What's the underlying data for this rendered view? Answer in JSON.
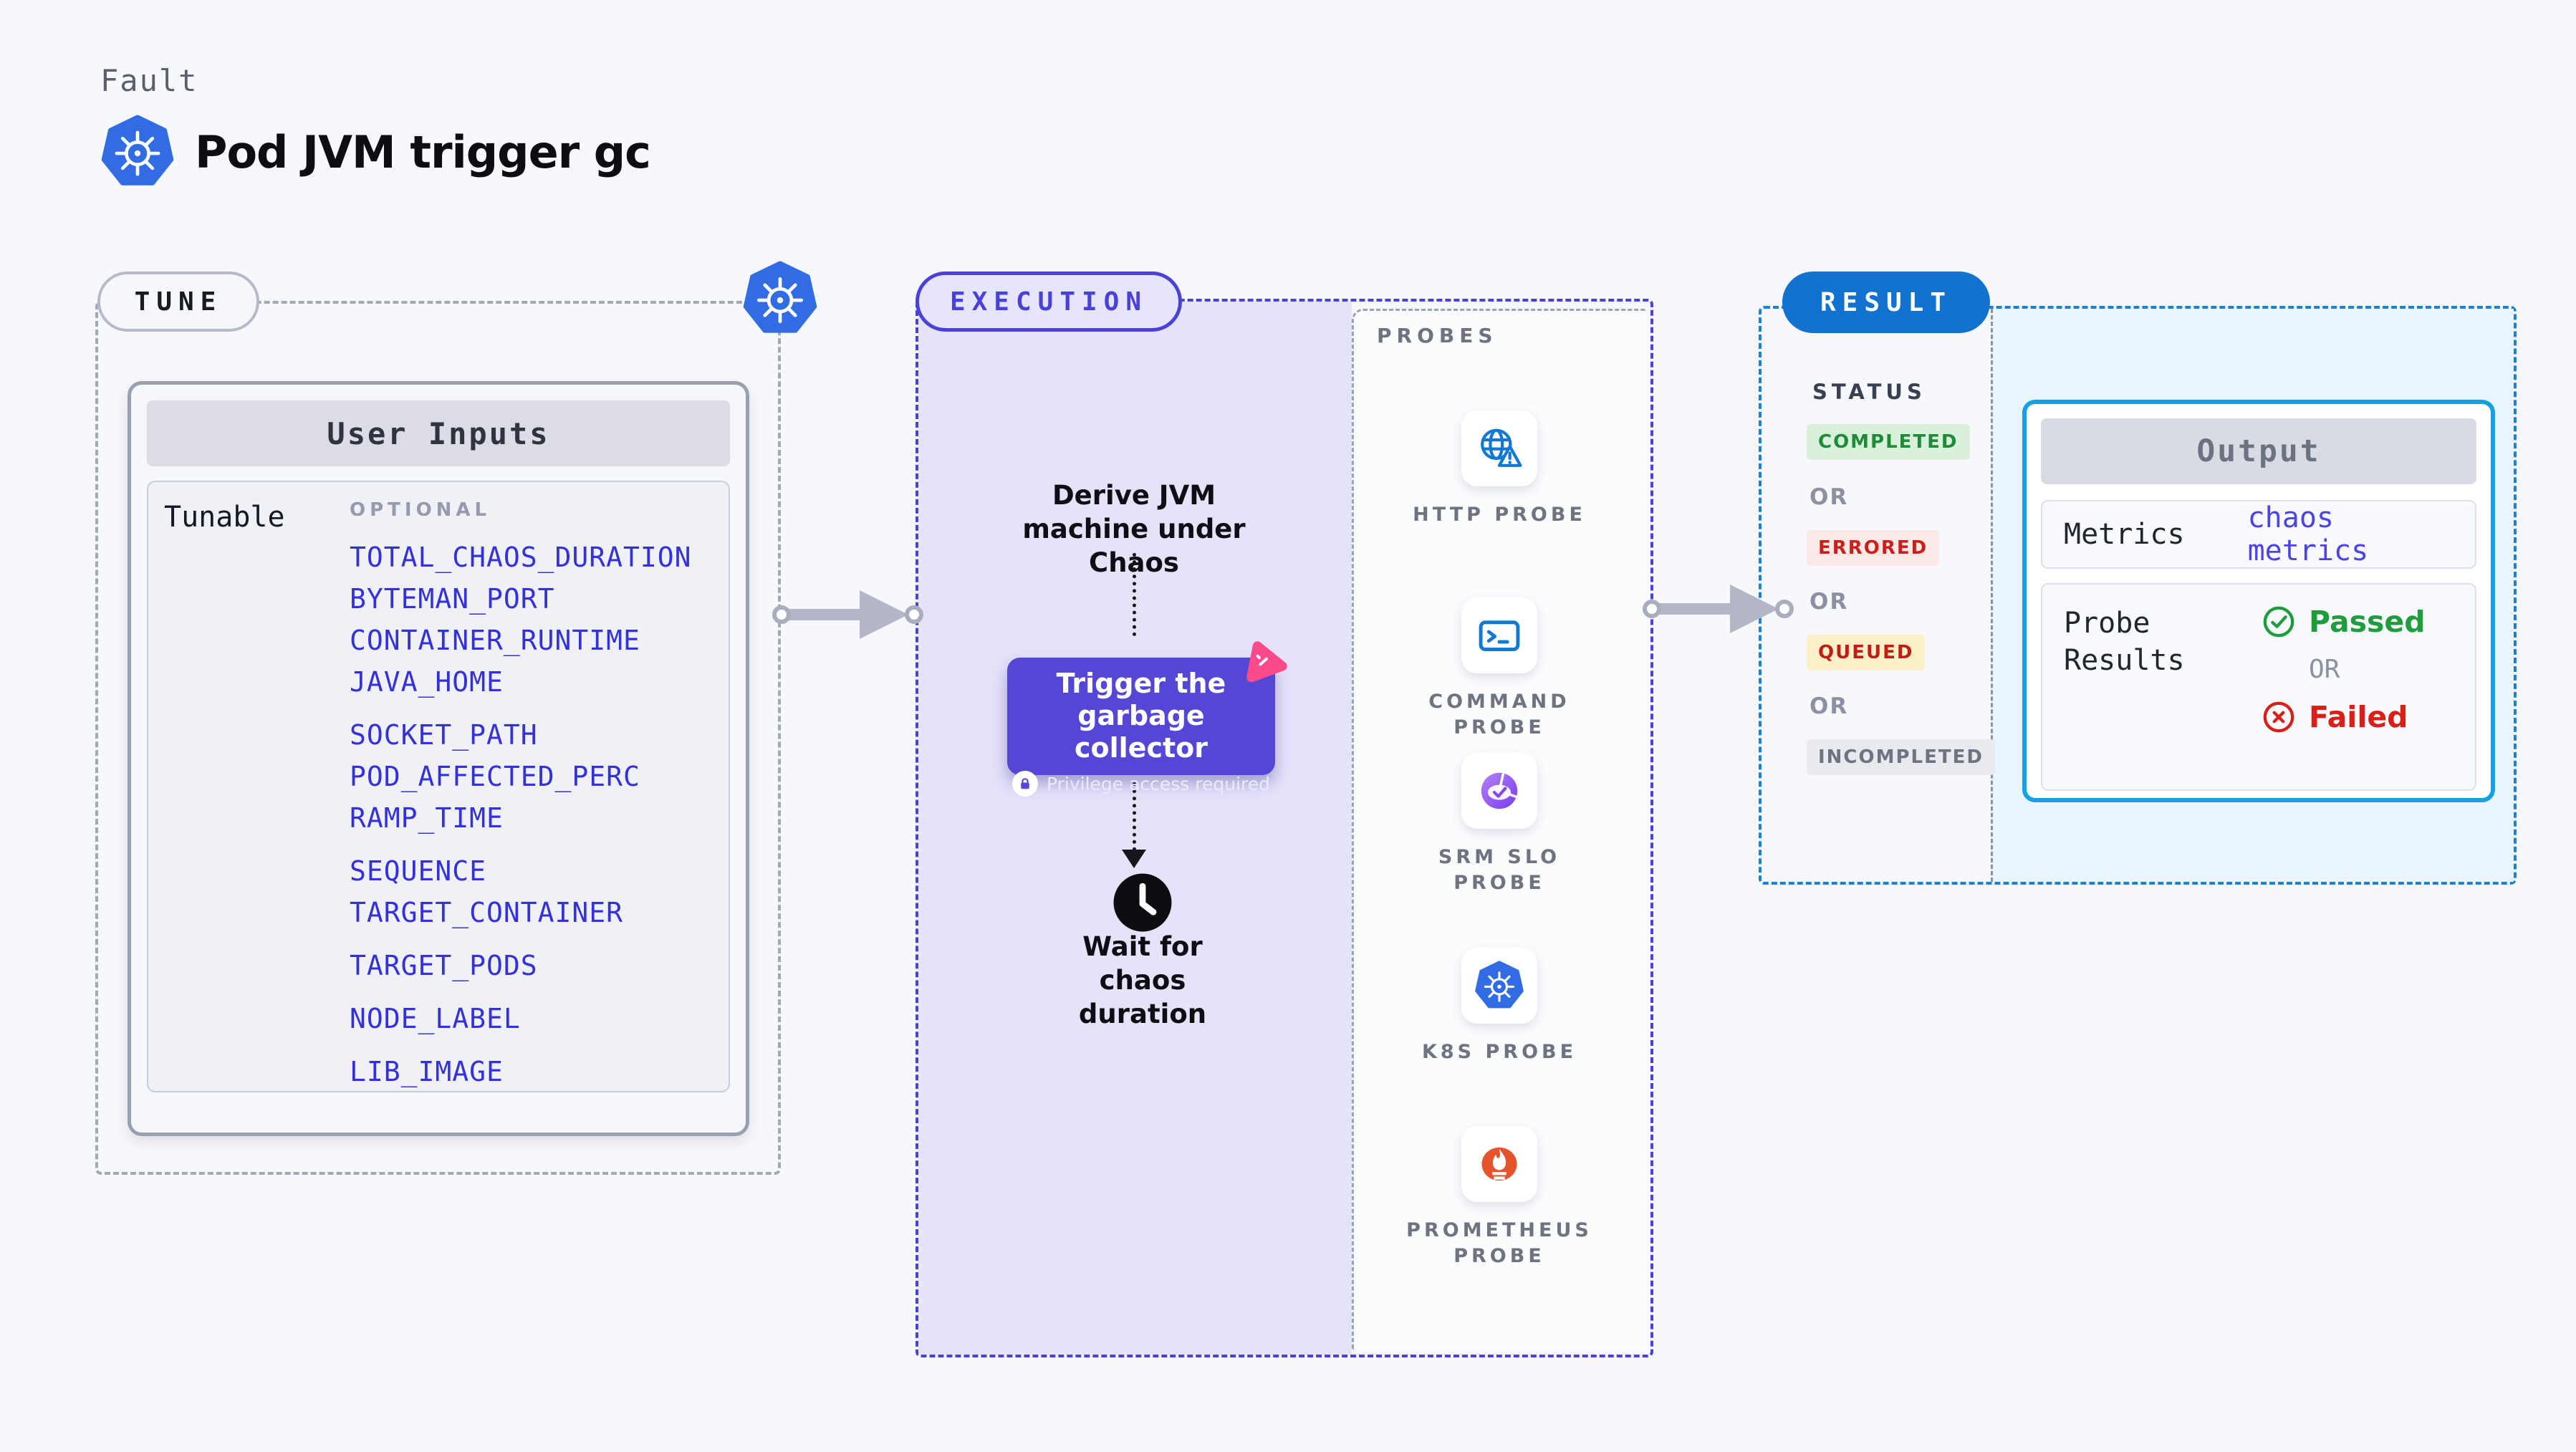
{
  "header": {
    "fault_label": "Fault",
    "title": "Pod JVM trigger gc"
  },
  "tune": {
    "badge": "TUNE",
    "card_header": "User Inputs",
    "row_label": "Tunable",
    "optional_label": "OPTIONAL",
    "params": [
      "TOTAL_CHAOS_DURATION",
      "BYTEMAN_PORT",
      "CONTAINER_RUNTIME",
      "JAVA_HOME",
      "SOCKET_PATH",
      "POD_AFFECTED_PERC",
      "RAMP_TIME",
      "SEQUENCE",
      "TARGET_CONTAINER",
      "TARGET_PODS",
      "NODE_LABEL",
      "LIB_IMAGE"
    ]
  },
  "execution": {
    "badge": "EXECUTION",
    "derive_text": "Derive JVM machine under Chaos",
    "trigger_title": "Trigger the garbage collector",
    "privilege_note": "Privilege access required",
    "wait_text": "Wait for chaos duration",
    "probes_header": "PROBES",
    "probes": [
      {
        "label": "HTTP PROBE",
        "icon": "http-probe-icon"
      },
      {
        "label": "COMMAND PROBE",
        "icon": "command-probe-icon"
      },
      {
        "label": "SRM SLO PROBE",
        "icon": "srm-slo-probe-icon"
      },
      {
        "label": "K8S PROBE",
        "icon": "k8s-probe-icon"
      },
      {
        "label": "PROMETHEUS PROBE",
        "icon": "prometheus-probe-icon"
      }
    ]
  },
  "result": {
    "badge": "RESULT",
    "status_header": "STATUS",
    "or_label": "OR",
    "statuses": [
      {
        "label": "COMPLETED",
        "bg": "#d9f0db",
        "color": "#1c8c36"
      },
      {
        "label": "ERRORED",
        "bg": "#fbe9e8",
        "color": "#cb1f1c"
      },
      {
        "label": "QUEUED",
        "bg": "#fcf0c8",
        "color": "#c01d15"
      },
      {
        "label": "INCOMPLETED",
        "bg": "#e9eaf0",
        "color": "#6e7380"
      }
    ],
    "output": {
      "header": "Output",
      "metrics_label": "Metrics",
      "metrics_value": "chaos metrics",
      "probe_results_label": "Probe Results",
      "passed_label": "Passed",
      "or_label": "OR",
      "failed_label": "Failed"
    }
  },
  "colors": {
    "accent_indigo": "#4a42d8",
    "accent_blue": "#1173cf",
    "k8s_blue": "#326ce5",
    "probe_icon_blue": "#1278d3",
    "srm_purple": "#7a3cf0",
    "prometheus_orange": "#e6522c",
    "litmus_pink": "#fb4b8b",
    "passed_green": "#1f9d3c",
    "failed_red": "#d62018",
    "lavender_fill": "#e5e3fa",
    "result_fill": "#e8f5fc"
  }
}
